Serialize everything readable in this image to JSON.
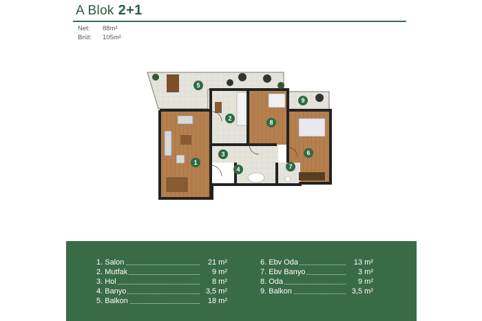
{
  "header": {
    "block": "A Blok",
    "type": "2+1",
    "areas": [
      {
        "label": "Net:",
        "value": "88m²"
      },
      {
        "label": "Brüt:",
        "value": "105m²"
      }
    ]
  },
  "plan": {
    "room_numbers": [
      "1",
      "2",
      "3",
      "4",
      "5",
      "6",
      "7",
      "8",
      "9"
    ]
  },
  "legend": {
    "left": [
      {
        "name": "1. Salon",
        "area": "21 m²"
      },
      {
        "name": "2. Mutfak",
        "area": "9 m²"
      },
      {
        "name": "3. Hol",
        "area": "8 m²"
      },
      {
        "name": "4. Banyo",
        "area": "3,5 m²"
      },
      {
        "name": "5. Balkon",
        "area": "18 m²"
      }
    ],
    "right": [
      {
        "name": "6. Ebv Oda",
        "area": "13 m²"
      },
      {
        "name": "7. Ebv Banyo",
        "area": "3 m²"
      },
      {
        "name": "8. Oda",
        "area": "9 m²"
      },
      {
        "name": "9. Balkon",
        "area": "3,5 m²"
      }
    ]
  },
  "colors": {
    "brand_green": "#3a6b47",
    "badge_green": "#2f6a45",
    "wood": "#b5804e",
    "tile": "#e4e4dc"
  }
}
